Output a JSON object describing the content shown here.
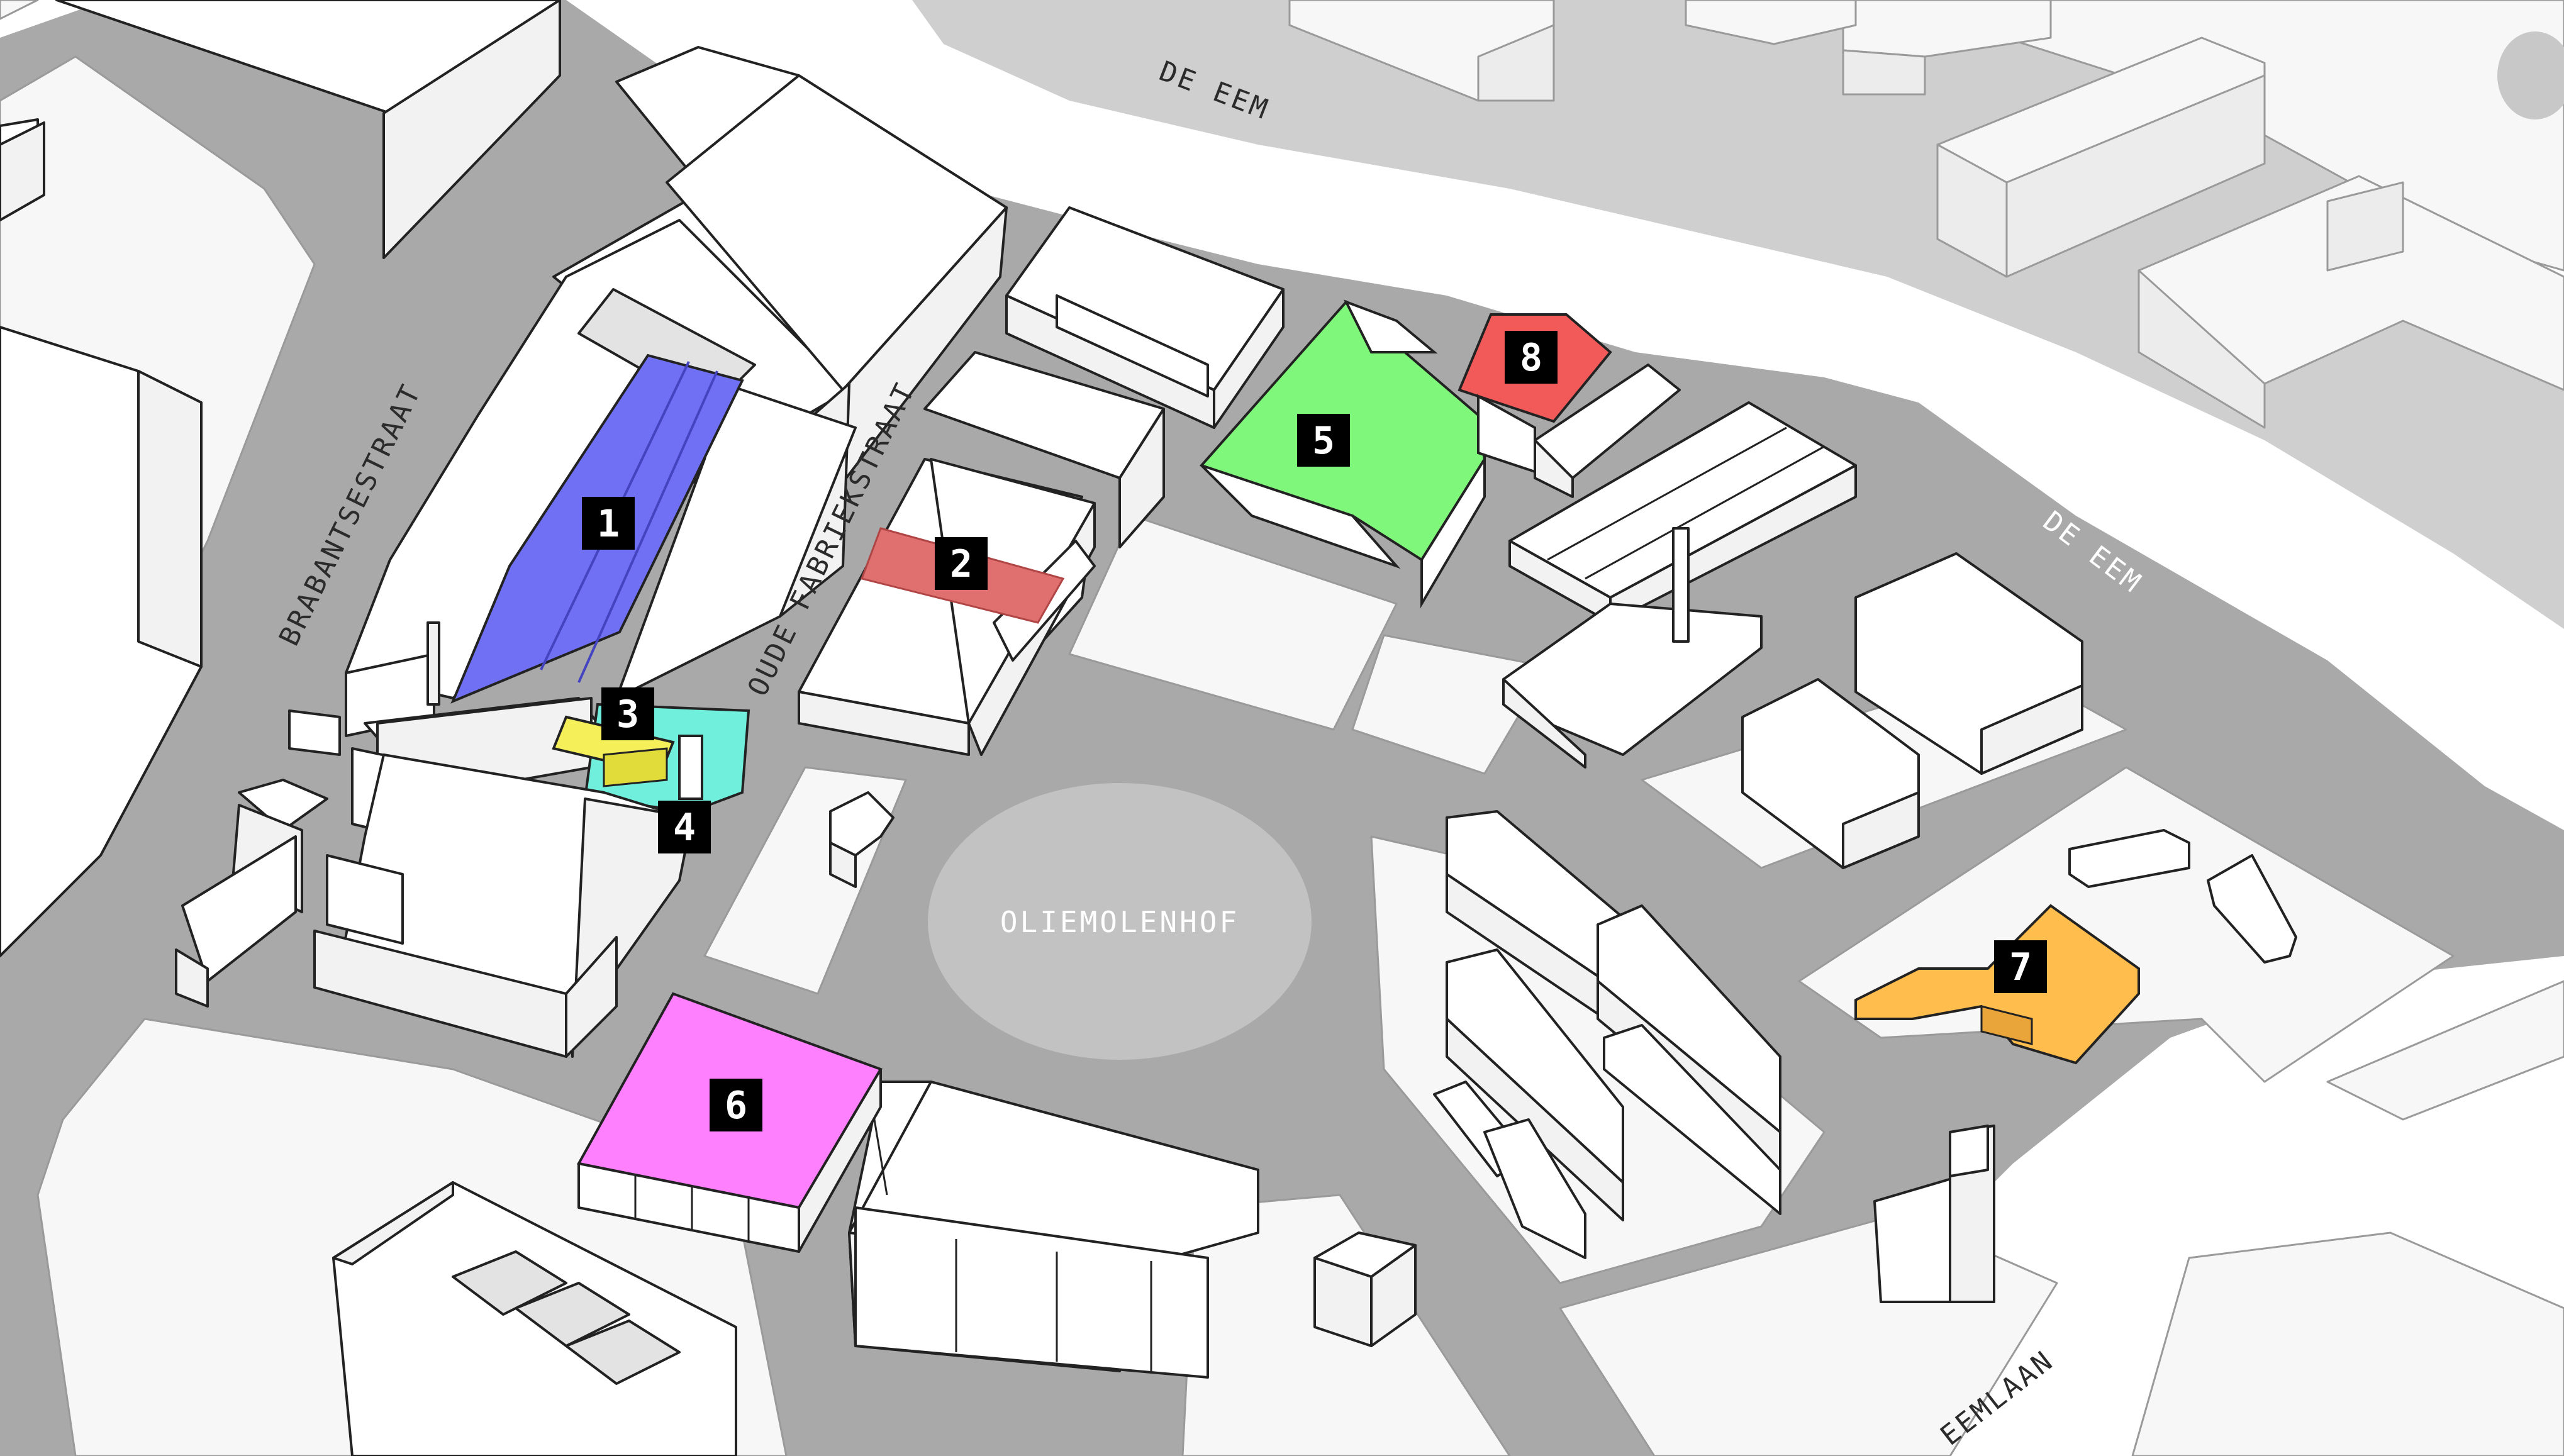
{
  "streets": {
    "de_eem_top": "DE EEM",
    "de_eem_right": "DE EEM",
    "brabantsestraat": "BRABANTSESTRAAT",
    "oude_fabriekstraat": "OUDE FABRIEKSTRAAT",
    "eemlaan": "EEMLAAN"
  },
  "square": {
    "name": "OLIEMOLENHOF"
  },
  "colors": {
    "ground": "#ffffff",
    "road": "#a9a9a9",
    "canal": "#cfcfcf",
    "building_1": "#7070f5",
    "building_2": "#e07070",
    "building_3": "#f5f05a",
    "building_4": "#70f0dc",
    "building_5": "#7ff77a",
    "building_6": "#ff80ff",
    "building_7": "#ffbd4d",
    "building_8": "#f25a5a"
  },
  "markers": [
    {
      "id": "1",
      "label": "1",
      "color": "#7070f5"
    },
    {
      "id": "2",
      "label": "2",
      "color": "#e07070"
    },
    {
      "id": "3",
      "label": "3",
      "color": "#f5f05a"
    },
    {
      "id": "4",
      "label": "4",
      "color": "#70f0dc"
    },
    {
      "id": "5",
      "label": "5",
      "color": "#7ff77a"
    },
    {
      "id": "6",
      "label": "6",
      "color": "#ff80ff"
    },
    {
      "id": "7",
      "label": "7",
      "color": "#ffbd4d"
    },
    {
      "id": "8",
      "label": "8",
      "color": "#f25a5a"
    }
  ]
}
